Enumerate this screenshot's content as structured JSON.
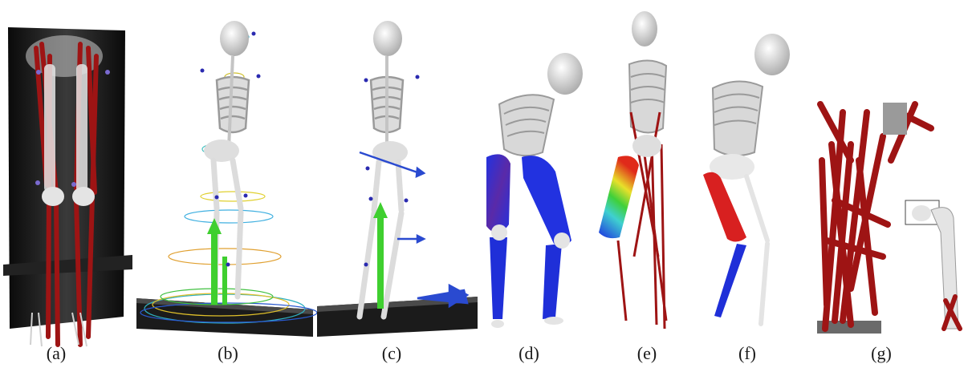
{
  "panels": [
    {
      "id": "a",
      "label": "(a)"
    },
    {
      "id": "b",
      "label": "(b)"
    },
    {
      "id": "c",
      "label": "(c)"
    },
    {
      "id": "d",
      "label": "(d)"
    },
    {
      "id": "e",
      "label": "(e)"
    },
    {
      "id": "f",
      "label": "(f)"
    },
    {
      "id": "g",
      "label": "(g)"
    }
  ],
  "colors": {
    "bone": "#e4e4e4",
    "bone_stroke": "#9a9a9a",
    "muscle_red": "#9e1414",
    "muscle_blue": "#1f2fd8",
    "force_green": "#3fcf2f",
    "marker_blue": "#2a2ab0",
    "platform": "#1b1b1b",
    "mri_dark": "#111111"
  }
}
